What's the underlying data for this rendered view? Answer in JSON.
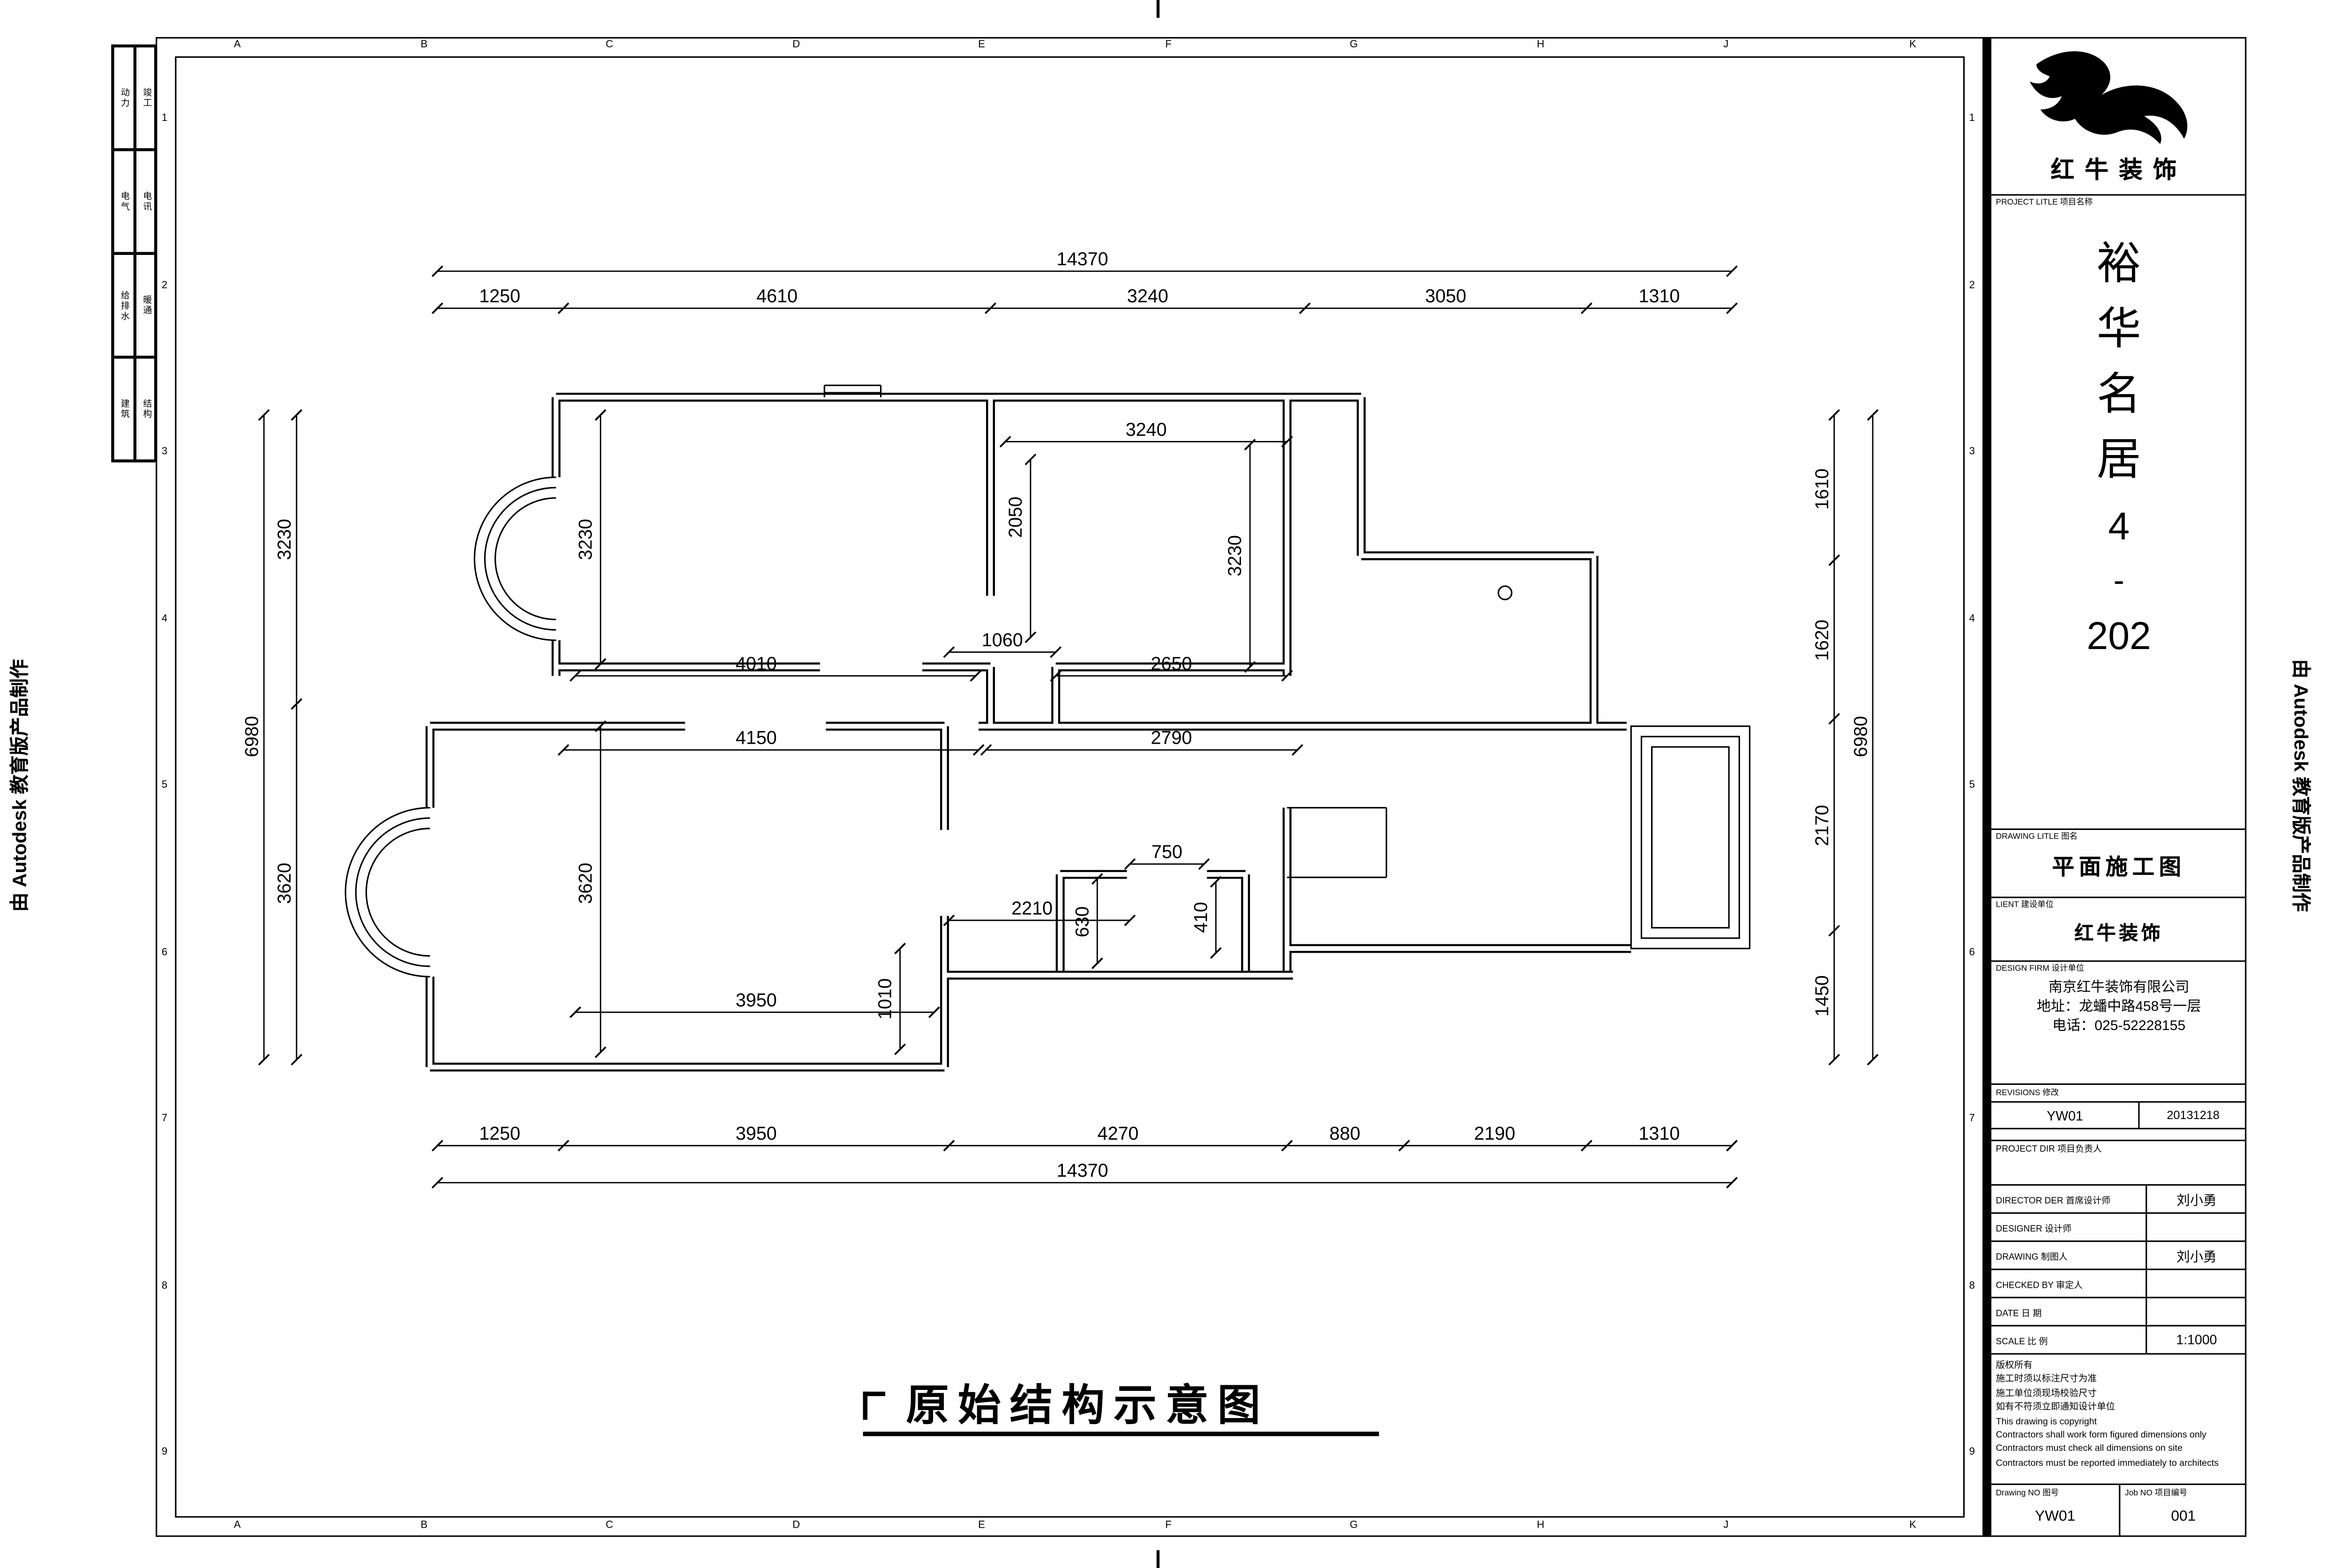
{
  "edge": {
    "autodesk_left": "由 Autodesk 教育版产品制作",
    "autodesk_right": "由 Autodesk 教育版产品制作"
  },
  "rulers": {
    "letters": [
      "A",
      "B",
      "C",
      "D",
      "E",
      "F",
      "G",
      "H",
      "J",
      "K"
    ],
    "numbers": [
      "1",
      "2",
      "3",
      "4",
      "5",
      "6",
      "7",
      "8",
      "9"
    ]
  },
  "discipline_table": {
    "cells": [
      "动力",
      "竣工",
      "电气",
      "电讯",
      "给排水",
      "暖通",
      "建筑",
      "结构"
    ]
  },
  "plan": {
    "title": "原始结构示意图",
    "dims": {
      "top_total": "14370",
      "top_segments": [
        "1250",
        "4610",
        "3240",
        "3050",
        "1310"
      ],
      "bottom_segments": [
        "1250",
        "3950",
        "4270",
        "880",
        "2190",
        "1310"
      ],
      "bottom_total": "14370",
      "left_outer": "6980",
      "left_segments": [
        "3230",
        "3620"
      ],
      "right_segments": [
        "1610",
        "1620",
        "2170",
        "1450"
      ],
      "right_outer": "6980",
      "inner_h": [
        "3240",
        "1060",
        "4010",
        "2650",
        "4150",
        "2790",
        "750",
        "2210",
        "3950"
      ],
      "inner_v": [
        "2050",
        "3230",
        "3230",
        "3620",
        "630",
        "410",
        "1010"
      ]
    }
  },
  "titleblock": {
    "brand": "红牛装饰",
    "project_label": "PROJECT LITLE 项目名称",
    "project_name_chars": [
      "裕",
      "华",
      "名",
      "居",
      "4",
      "-",
      "202"
    ],
    "drawing_label": "DRAWING LITLE 图名",
    "drawing_title": "平面施工图",
    "client_label": "LIENT 建设单位",
    "client": "红牛装饰",
    "firm_label": "DESIGN FIRM 设计单位",
    "firm_lines": [
      "南京红牛装饰有限公司",
      "地址：龙蟠中路458号一层",
      "电话：025-52228155"
    ],
    "revisions_label": "REVISIONS 修改",
    "revision_no": "YW01",
    "revision_date": "20131218",
    "rows": [
      {
        "label": "PROJECT DIR 项目负责人",
        "value": ""
      },
      {
        "label": "DIRECTOR DER 首席设计师",
        "value": "刘小勇"
      },
      {
        "label": "DESIGNER 设计师",
        "value": ""
      },
      {
        "label": "DRAWING 制图人",
        "value": "刘小勇"
      },
      {
        "label": "CHECKED BY 审定人",
        "value": ""
      },
      {
        "label": "DATE 日 期",
        "value": ""
      },
      {
        "label": "SCALE 比 例",
        "value": "1:1000"
      }
    ],
    "copyright_lines": [
      "版权所有",
      "施工时须以标注尺寸为准",
      "施工单位须现场校验尺寸",
      "如有不符须立即通知设计单位",
      "This drawing is copyright",
      "Contractors shall work form figured dimensions only",
      "Contractors must check all dimensions on site",
      "Contractors must be reported immediately to architects"
    ],
    "drawing_no_label": "Drawing NO 图号",
    "job_no_label": "Job NO 项目编号",
    "drawing_no": "YW01",
    "job_no": "001"
  }
}
